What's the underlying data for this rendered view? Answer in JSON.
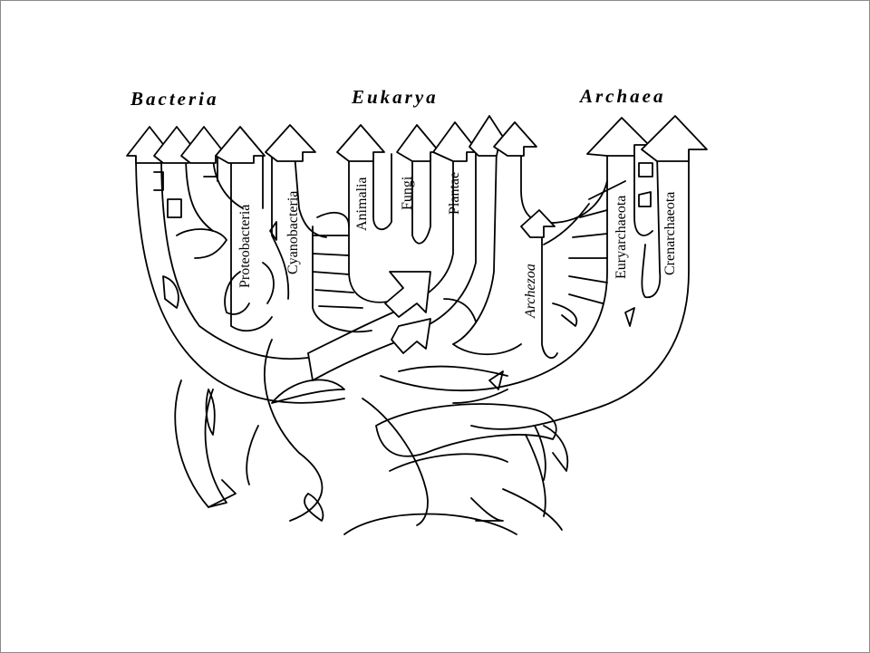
{
  "domains": {
    "bacteria": "Bacteria",
    "eukarya": "Eukarya",
    "archaea": "Archaea"
  },
  "branches": {
    "proteobacteria": "Proteobacteria",
    "cyanobacteria": "Cyanobacteria",
    "animalia": "Animalia",
    "fungi": "Fungi",
    "plantae": "Plantae",
    "archezoa": "Archezoa",
    "euryarchaeota": "Euryarchaeota",
    "crenarchaeota": "Crenarchaeota"
  }
}
